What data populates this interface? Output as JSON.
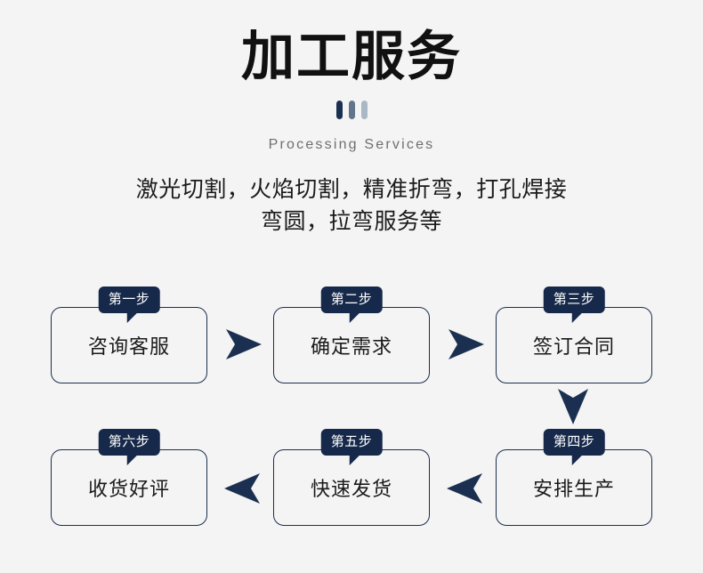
{
  "header": {
    "title": "加工服务",
    "subtitle": "Processing Services",
    "description_line1": "激光切割，火焰切割，精准折弯，打孔焊接",
    "description_line2": "弯圆，拉弯服务等",
    "accent_colors": [
      "#1b3050",
      "#64748b",
      "#aab7c4"
    ],
    "background_color": "#f4f4f4"
  },
  "flow": {
    "box_border_color": "#1b3050",
    "badge_background": "#16294a",
    "badge_text_color": "#ffffff",
    "arrow_color": "#1b3050",
    "steps": [
      {
        "badge": "第一步",
        "label": "咨询客服"
      },
      {
        "badge": "第二步",
        "label": "确定需求"
      },
      {
        "badge": "第三步",
        "label": "签订合同"
      },
      {
        "badge": "第四步",
        "label": "安排生产"
      },
      {
        "badge": "第五步",
        "label": "快速发货"
      },
      {
        "badge": "第六步",
        "label": "收货好评"
      }
    ],
    "arrows": [
      {
        "name": "arrow-right-step1-step2",
        "direction": "right"
      },
      {
        "name": "arrow-right-step2-step3",
        "direction": "right"
      },
      {
        "name": "arrow-down-step3-step4",
        "direction": "down"
      },
      {
        "name": "arrow-left-step4-step5",
        "direction": "left"
      },
      {
        "name": "arrow-left-step5-step6",
        "direction": "left"
      }
    ]
  }
}
